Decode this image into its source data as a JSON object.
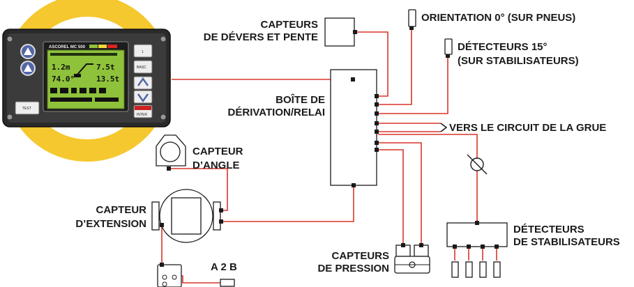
{
  "colors": {
    "wire": "#d9352a",
    "halo": "#f4c21a",
    "screen": "#8ec23a",
    "panel": "#222222"
  },
  "console": {
    "brand": "ASCOREL MC 500",
    "row1_left": "1.2m",
    "row1_right": "7.5t",
    "row2_left": "74.0°",
    "row2_right": "13.5t",
    "test_key": "TEST",
    "bottom_right_key": "INTER",
    "mid_key": "BASC"
  },
  "labels": {
    "deverse_pente": [
      "CAPTEURS",
      "DE DÉVERS ET PENTE"
    ],
    "orientation": "ORIENTATION 0° (SUR PNEUS)",
    "detecteurs15": [
      "DÉTECTEURS 15°",
      "(SUR STABILISATEURS)"
    ],
    "boite": [
      "BOÎTE DE",
      "DÉRIVATION/RELAI"
    ],
    "circuit_grue": "VERS LE CIRCUIT DE LA GRUE",
    "capteur_angle": [
      "CAPTEUR",
      "D’ANGLE"
    ],
    "capteur_extension": [
      "CAPTEUR",
      "D’EXTENSION"
    ],
    "capteurs_pression": [
      "CAPTEURS",
      "DE PRESSION"
    ],
    "detecteurs_stab": [
      "DÉTECTEURS",
      "DE STABILISATEURS"
    ],
    "a2b": "A 2 B"
  }
}
